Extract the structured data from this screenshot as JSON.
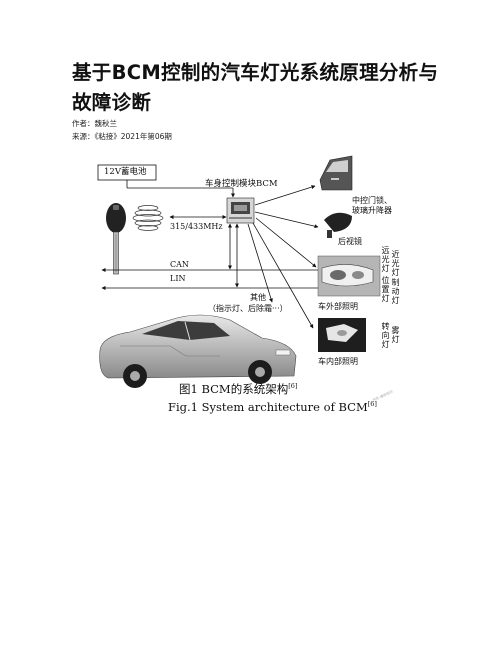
{
  "paper": {
    "title_line1": "基于BCM控制的汽车灯光系统原理分析与",
    "title_line2": "故障诊断",
    "author": "作者：魏秋兰",
    "source": "来源：《粘接》2021年第06期"
  },
  "figure": {
    "battery": "12V蓄电池",
    "bcm": "车身控制模块BCM",
    "freq": "315/433MHz",
    "can": "CAN",
    "lin": "LIN",
    "other_1": "其他",
    "other_2": "（指示灯、后除霜···）",
    "door_lock_1": "中控门锁、",
    "door_lock_2": "玻璃升降器",
    "mirror": "后视镜",
    "exterior": "车外部照明",
    "interior": "车内部照明",
    "v_far": "远光灯",
    "v_near": "近光灯",
    "v_position": "位置灯",
    "v_brake": "制动灯",
    "v_turn": "转向灯",
    "v_fog": "雾灯",
    "caption_cn": "图1  BCM的系统架构",
    "caption_cn_ref": "[6]",
    "caption_en": "Fig.1  System architecture of BCM",
    "caption_en_ref": "[6]",
    "watermark": "汽车·维修知识"
  }
}
